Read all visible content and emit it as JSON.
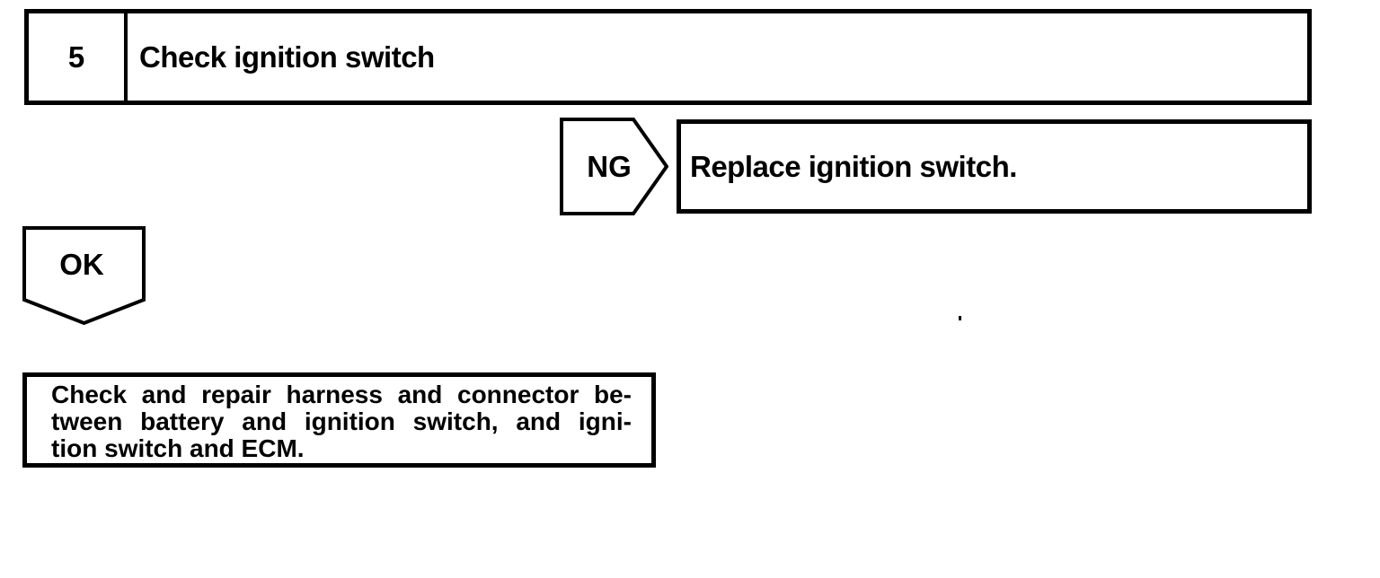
{
  "flowchart": {
    "colors": {
      "ink": "#000000",
      "paper": "#ffffff"
    },
    "step_box": {
      "number": "5",
      "title": "Check ignition switch"
    },
    "ng_connector": {
      "label": "NG"
    },
    "ng_result_box": {
      "text": "Replace ignition switch."
    },
    "ok_connector": {
      "label": "OK"
    },
    "ok_result_box": {
      "lines": [
        "Check and repair harness and connector be-",
        "tween battery and ignition switch, and igni-",
        "tion switch and ECM."
      ]
    }
  }
}
